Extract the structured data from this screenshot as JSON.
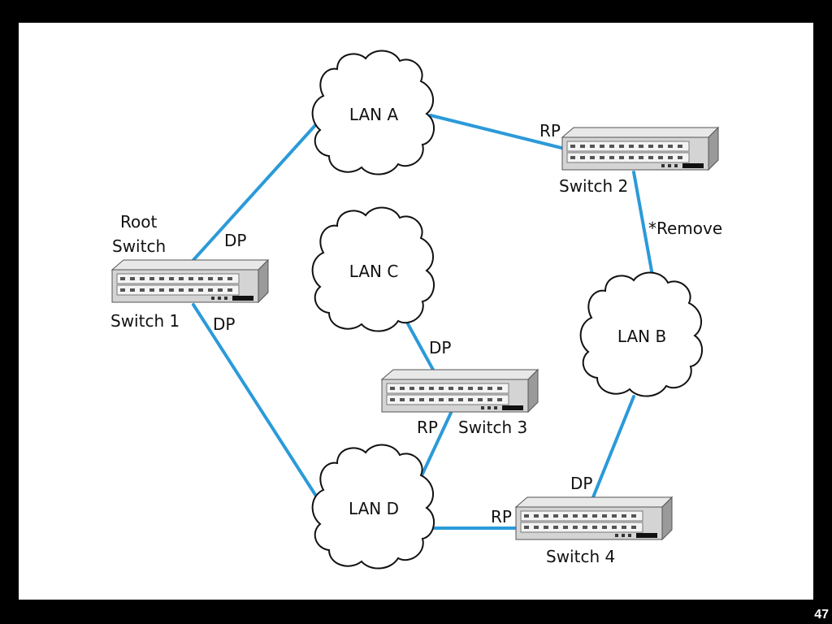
{
  "slide": {
    "page_number": "47"
  },
  "clouds": {
    "lan_a": "LAN A",
    "lan_b": "LAN B",
    "lan_c": "LAN C",
    "lan_d": "LAN D"
  },
  "switches": {
    "s1": "Switch 1",
    "s2": "Switch 2",
    "s3": "Switch 3",
    "s4": "Switch 4",
    "root_line1": "Root",
    "root_line2": "Switch"
  },
  "ports": {
    "dp": "DP",
    "rp": "RP"
  },
  "annotations": {
    "remove": "*Remove"
  },
  "colors": {
    "link": "#2b9ad9",
    "background": "#000000",
    "slide": "#ffffff"
  }
}
